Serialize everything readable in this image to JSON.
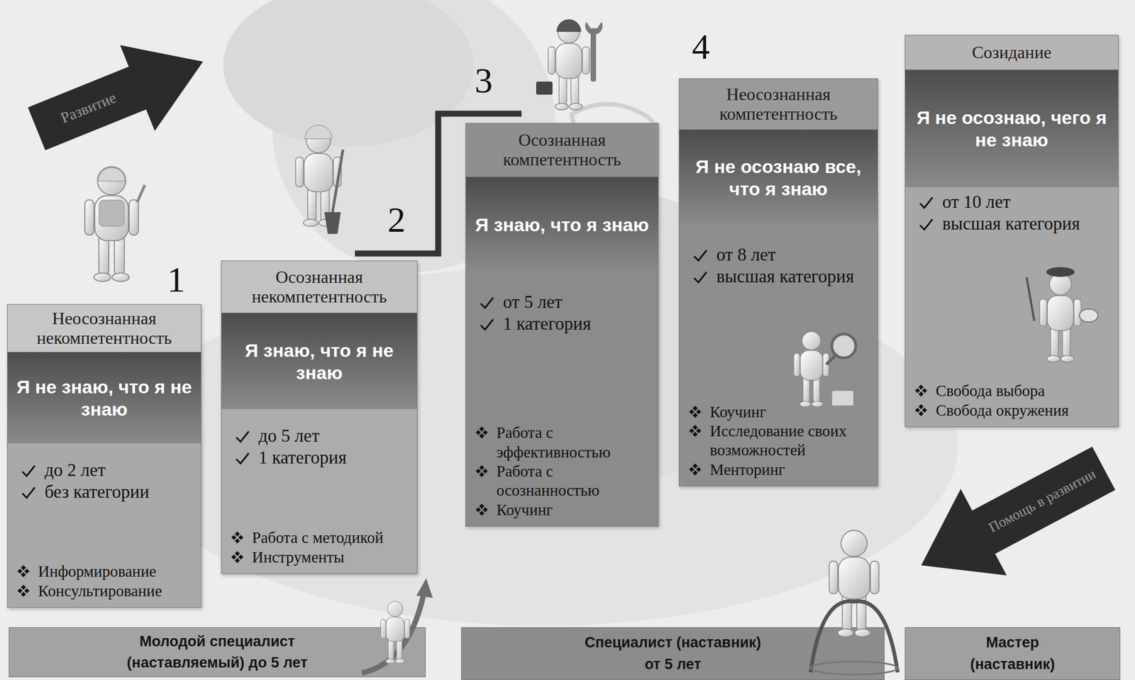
{
  "diagram": {
    "nodes": [
      {
        "text": [
          "Развитие"
        ]
      },
      {
        "text": [
          "Неосознанная некомпетентность",
          "до 2 лет",
          "без категории",
          "Информирование",
          "Консультирование"
        ]
      },
      {
        "text": [
          "Я не знаю, что я не знаю"
        ],
        "in": 1
      },
      {
        "text": [
          "Осознанная некомпетентность",
          "до 5 лет",
          "1 категория",
          "Работа с методикой",
          "Инструменты"
        ]
      },
      {
        "text": [
          "Я знаю, что я не знаю"
        ],
        "in": 3
      },
      {
        "text": [
          "Осознанная компетентность",
          "от 5 лет",
          "1 категория",
          "Работа с эффективностью",
          "Работа с осознанностью",
          "Коучинг"
        ]
      },
      {
        "text": [
          "Я знаю, что я знаю"
        ],
        "in": 5
      },
      {
        "text": [
          "Неосознанная компетентность",
          "от 8 лет",
          "высшая категория",
          "Коучинг",
          "Исследование своих возможностей",
          "Менторинг"
        ]
      },
      {
        "text": [
          "Я не осознаю все, что я знаю"
        ],
        "in": 7
      },
      {
        "text": [
          "Созидание",
          "от 10 лет",
          "высшая категория",
          "Свобода выбора",
          "Свобода окружения"
        ]
      },
      {
        "text": [
          "Я не осознаю, чего я не знаю"
        ],
        "in": 9
      },
      {
        "text": [
          "Помощь в развитии"
        ]
      },
      {
        "text": [
          "Молодой специалист (наставляемый) до 5 лет"
        ]
      },
      {
        "text": [
          "Специалист (наставник) от 5 лет"
        ]
      },
      {
        "text": [
          "Мастер (наставник)"
        ]
      }
    ],
    "labels": [
      "1",
      "2",
      "3",
      "4"
    ]
  }
}
